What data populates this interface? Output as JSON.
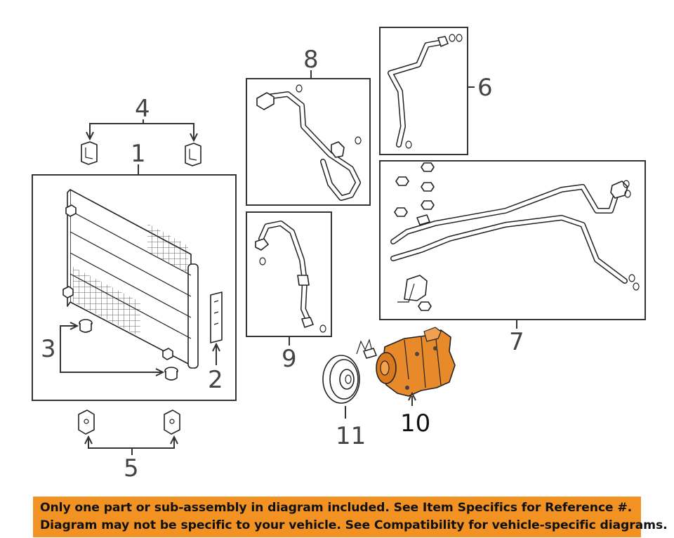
{
  "callouts": {
    "c1": "1",
    "c2": "2",
    "c3": "3",
    "c4": "4",
    "c5": "5",
    "c6": "6",
    "c7": "7",
    "c8": "8",
    "c9": "9",
    "c10": "10",
    "c11": "11"
  },
  "highlighted_part": "10",
  "colors": {
    "highlight": "#e8892a",
    "banner": "#f19223",
    "line": "#222222"
  },
  "notice": {
    "line1": "Only one part or sub-assembly in diagram included. See Item Specifics for Reference #.",
    "line2": "Diagram may not be specific to your vehicle. See Compatibility for vehicle-specific diagrams."
  }
}
